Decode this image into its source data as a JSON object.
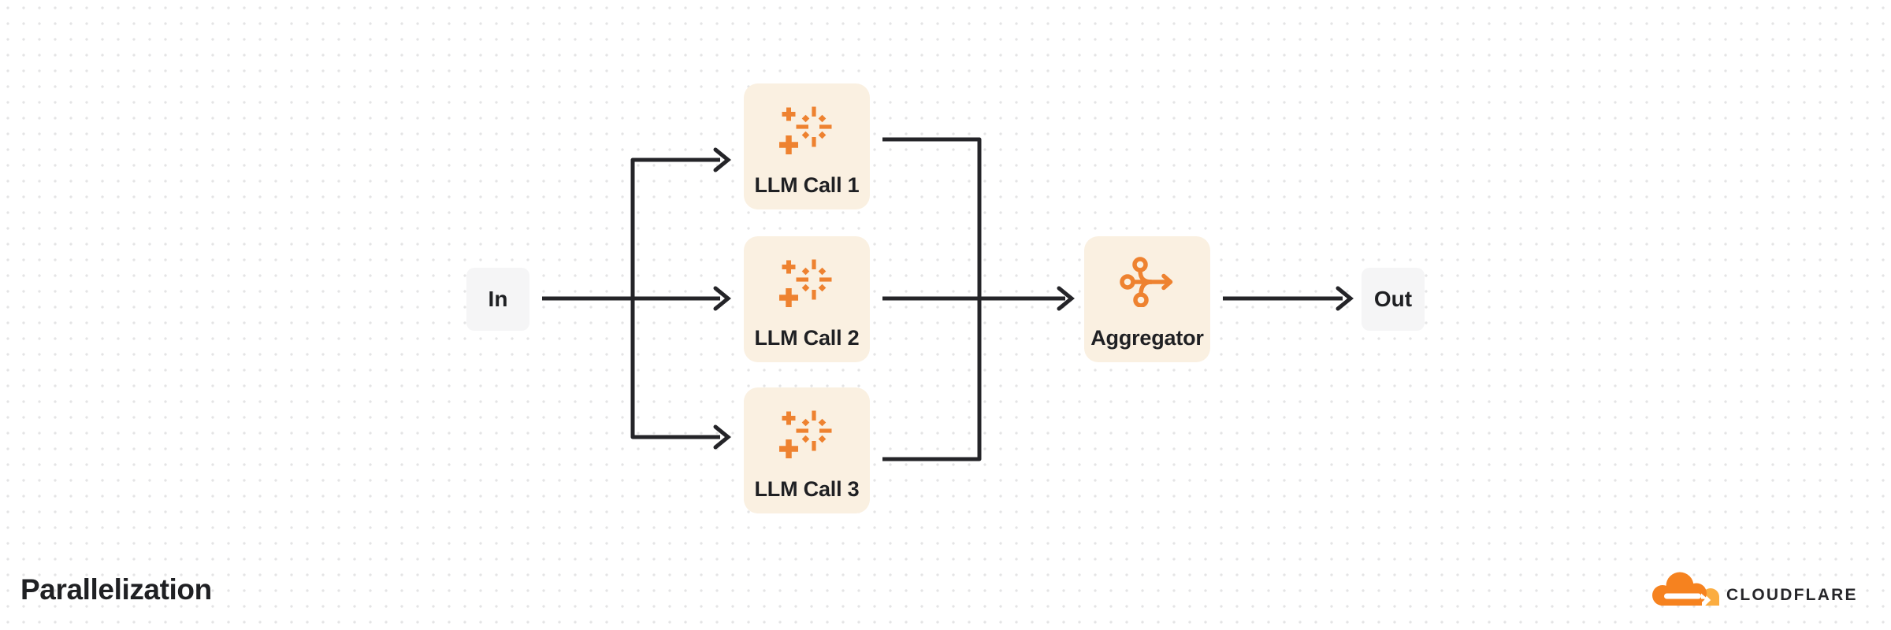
{
  "title": "Parallelization",
  "nodes": {
    "in": {
      "label": "In"
    },
    "llm1": {
      "label": "LLM Call 1"
    },
    "llm2": {
      "label": "LLM Call 2"
    },
    "llm3": {
      "label": "LLM Call 3"
    },
    "aggregator": {
      "label": "Aggregator"
    },
    "out": {
      "label": "Out"
    }
  },
  "icons": {
    "llm_nodes": "sparkles-icon",
    "aggregator_node": "merge-icon",
    "brand": "cloudflare-cloud-icon"
  },
  "brand": {
    "logo_text": "CLOUDFLARE"
  },
  "colors": {
    "background": "#FFFFFF",
    "dot_grid": "#E4E4E5",
    "connector": "#242428",
    "node_fill": "#FAF0E1",
    "endpoint_fill": "#F5F5F6",
    "icon_orange": "#EE8230",
    "logo_orange": "#F6821F",
    "logo_orange_light": "#FBAD41",
    "text": "#1F2023"
  }
}
